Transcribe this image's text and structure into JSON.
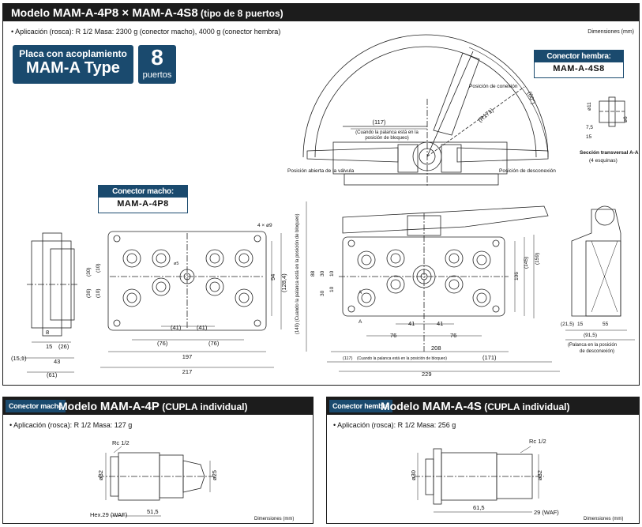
{
  "main": {
    "title_prefix": "Modelo ",
    "title_model": "MAM-A-4P8 × MAM-A-4S8",
    "title_suffix": " (tipo de 8 puertos)",
    "spec": "• Aplicación (rosca): R 1/2    Masa: 2300 g (conector macho), 4000 g (conector hembra)",
    "dim_note": "Dimensiones (mm)",
    "badge_line1": "Placa con acoplamiento",
    "badge_line2": "MAM-A Type",
    "ports_number": "8",
    "ports_word": "puertos",
    "female_title": "Conector hembra: Modelo",
    "female_model": "MAM-A-4S8",
    "male_title": "Conector macho: Modelo",
    "male_model": "MAM-A-4P8",
    "labels": {
      "pos_conexion": "Posición de conexión",
      "pos_abierta": "Posición abierta de la válvula",
      "pos_desconexion": "Posición de desconexión",
      "cuando_bloqueo": "(Cuando la palanca está en la",
      "cuando_bloqueo2": "posición de bloqueo)",
      "seccion": "Sección transversal A-A",
      "esquinas": "(4 esquinas)",
      "palanca1": "(Palanca en la posición",
      "palanca2": "de desconexión)",
      "cuando_bloqueo_inline": "(Cuando la palanca está en la posición de bloqueo)",
      "vertical_149": "(149) (Cuando la palanca está en la posición de bloqueo)",
      "holes": "4 × ø9"
    },
    "dims": {
      "d117": "(117)",
      "d60": "(60°)",
      "d171r": "(R171)",
      "d11": "ø11",
      "d6": "ø6",
      "d75": "7,5",
      "d15": "15",
      "d30a": "(30)",
      "d10a": "(10)",
      "d30b": "(30)",
      "d10b": "(10)",
      "d41a": "(41)",
      "d41b": "(41)",
      "d76a": "(76)",
      "d76b": "(76)",
      "d197": "197",
      "d217": "217",
      "d94": "94",
      "d1284": "(128,4)",
      "d8": "8",
      "d15b": "15",
      "d26": "(26)",
      "d43": "43",
      "d151": "(15,1)",
      "d61": "(61)",
      "d30c": "30",
      "d30d": "30",
      "d10c": "10",
      "d10d": "10",
      "d88": "88",
      "d41c": "41",
      "d41d": "41",
      "d76c": "76",
      "d76d": "76",
      "d208": "208",
      "d106": "106",
      "d145": "(145)",
      "d159": "(159)",
      "d117b": "(117)",
      "d171": "(171)",
      "d229": "229",
      "d215": "(21,5)",
      "d15c": "15",
      "d55": "55",
      "d915": "(91,5)",
      "A1": "A",
      "A2": "A",
      "phi5": "ø5"
    }
  },
  "left_panel": {
    "tag": "Conector macho",
    "title_prefix": "Modelo ",
    "title_model": "MAM-A-4P",
    "title_suffix": " (CUPLA individual)",
    "spec": "• Aplicación (rosca): R 1/2    Masa: 127 g",
    "rc": "Rc 1/2",
    "d32": "ø32",
    "d25": "ø25",
    "d515": "51,5",
    "hex": "Hex.29 (WAF)",
    "dim_note": "Dimensiones (mm)"
  },
  "right_panel": {
    "tag": "Conector hembra",
    "title_prefix": "Modelo ",
    "title_model": "MAM-A-4S",
    "title_suffix": " (CUPLA individual)",
    "spec": "• Aplicación (rosca): R 1/2    Masa: 256 g",
    "rc": "Rc 1/2",
    "d30": "ø30",
    "d32": "ø32",
    "d615": "61,5",
    "waf": "29 (WAF)",
    "dim_note": "Dimensiones (mm)"
  },
  "colors": {
    "header": "#1c1c1c",
    "accent": "#1a4a6e",
    "line": "#222222"
  }
}
